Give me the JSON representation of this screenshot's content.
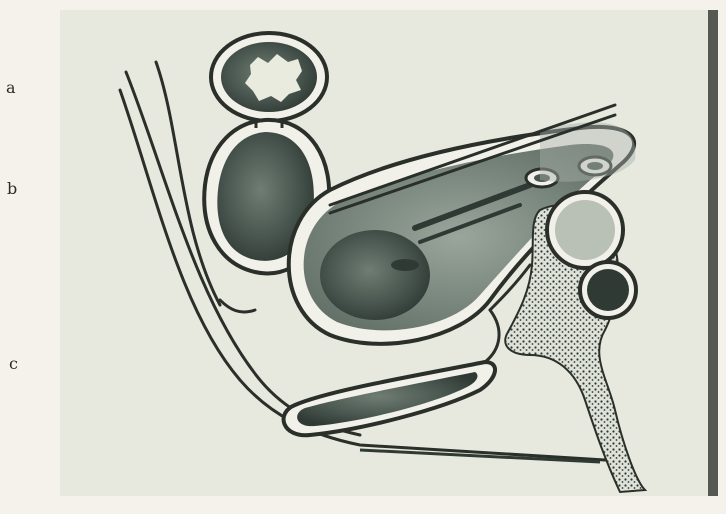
{
  "labels": {
    "a": "a",
    "b": "b",
    "c": "c"
  },
  "figure": {
    "style": "anatomical sagittal-section illustration",
    "colors": {
      "paper": "#e9eadf",
      "ink": "#2a2f2a",
      "tissue_dark": "#3d4a42",
      "tissue_mid": "#7c8a80",
      "tissue_light": "#c9cec3",
      "stipple": "#2b3a33"
    }
  }
}
